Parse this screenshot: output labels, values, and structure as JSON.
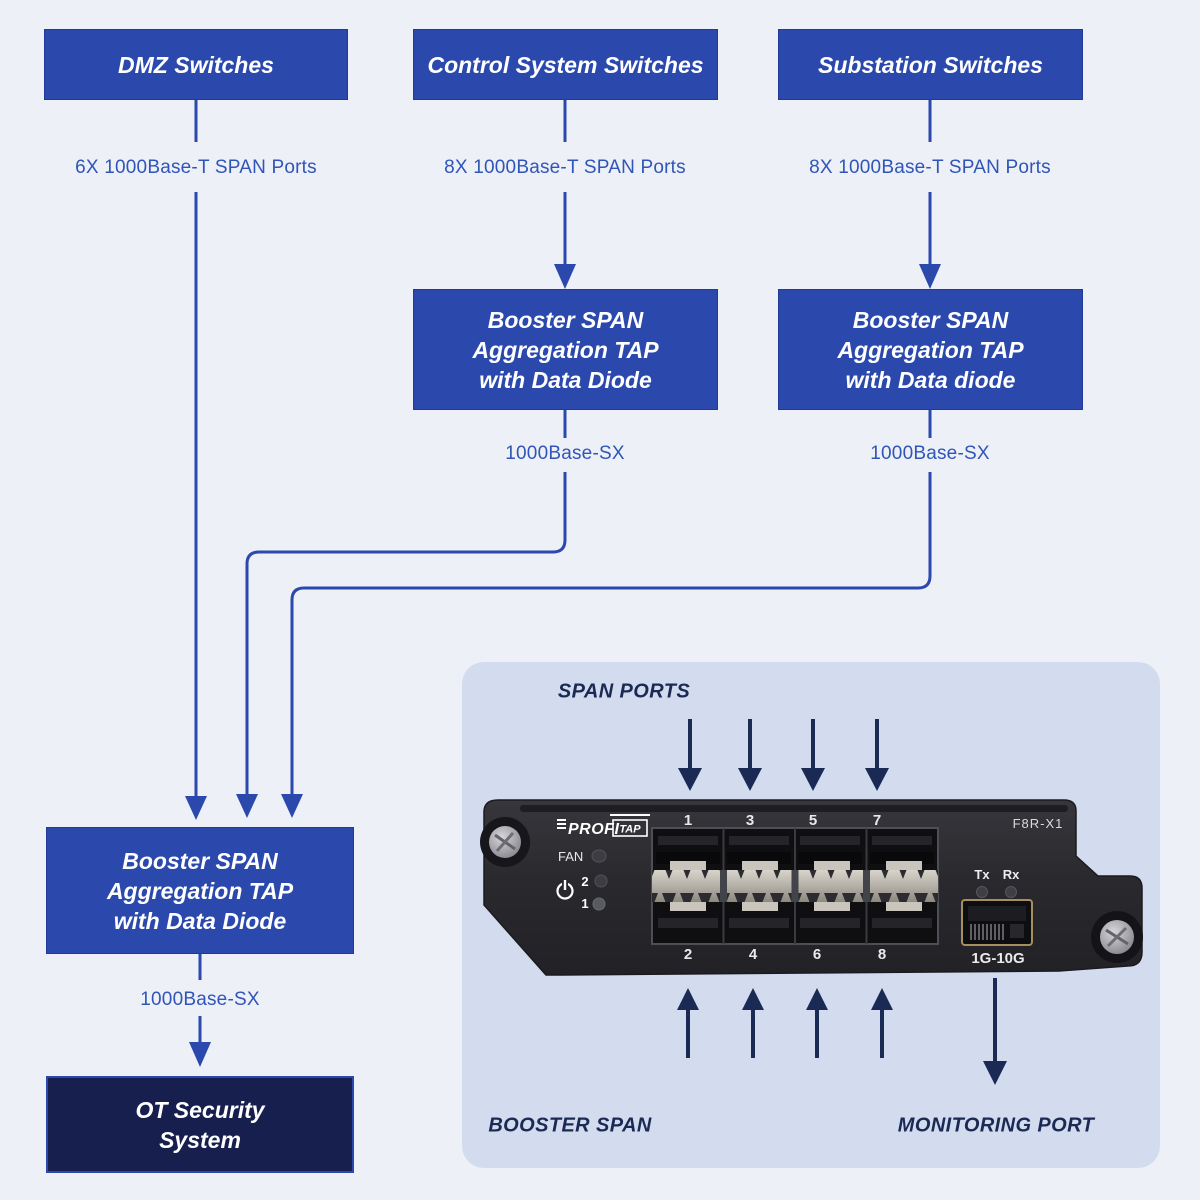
{
  "nodes": {
    "dmz": "DMZ Switches",
    "control": "Control System Switches",
    "substation": "Substation Switches",
    "tap_control": [
      "Booster SPAN",
      "Aggregation TAP",
      "with Data Diode"
    ],
    "tap_substation": [
      "Booster SPAN",
      "Aggregation TAP",
      "with Data diode"
    ],
    "tap_main": [
      "Booster SPAN",
      "Aggregation TAP",
      "with Data Diode"
    ],
    "ot_system": [
      "OT Security",
      "System"
    ]
  },
  "links": {
    "dmz_span": "6X 1000Base-T SPAN Ports",
    "control_span": "8X 1000Base-T SPAN Ports",
    "substation_span": "8X 1000Base-T SPAN Ports",
    "control_fiber": "1000Base-SX",
    "substation_fiber": "1000Base-SX",
    "main_fiber": "1000Base-SX"
  },
  "panel": {
    "span_ports": "SPAN PORTS",
    "booster_span": "BOOSTER SPAN",
    "monitoring_port": "MONITORING PORT",
    "device": {
      "brand": "PROFI",
      "brand_box": "TAP",
      "model": "F8R-X1",
      "fan": "FAN",
      "led2": "2",
      "led1": "1",
      "ports_top": [
        "1",
        "3",
        "5",
        "7"
      ],
      "ports_bottom": [
        "2",
        "4",
        "6",
        "8"
      ],
      "tx": "Tx",
      "rx": "Rx",
      "uplink": "1G-10G"
    }
  },
  "colors": {
    "page_bg": "#eef0f7",
    "box_blue": "#2b49ac",
    "box_navy": "#161f4d",
    "wire_blue": "#2b49ac",
    "label_blue": "#2f55b8",
    "panel_bg": "#d3dcef",
    "panel_navy": "#1b2a54",
    "device_body": "#2b2b2f"
  }
}
